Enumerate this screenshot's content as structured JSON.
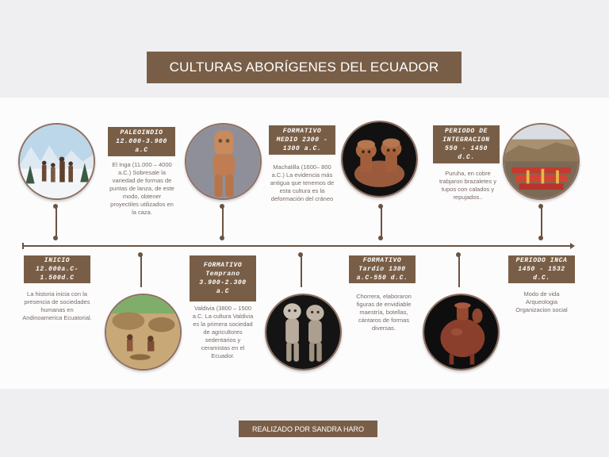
{
  "title": "CULTURAS ABORÍGENES DEL ECUADOR",
  "footer": "REALIZADO POR SANDRA HARO",
  "colors": {
    "brand_brown": "#795e47",
    "axis_brown": "#6b5342",
    "panel_bg": "#fcfcfd",
    "page_bg": "#efeff2",
    "text_muted": "#7a6a63"
  },
  "periods": [
    {
      "label_lines": [
        "INICIO",
        "12.000a.C-",
        "1.500d.C"
      ],
      "description": "La historia inicia con la presencia de sociedades humanas en Andinoamerica Ecuatorial.",
      "image_icon": "early-hunters-snow-illustration"
    },
    {
      "label_lines": [
        "PALEOINDIO",
        "12.000-3.900",
        "a.C"
      ],
      "description": "El Inga (11.000 – 4000 a.C.) Sobresale la variedad de formas de puntas de lanza, de este modo, obtener proyectiles utilizados en la caza.",
      "image_icon": "paleoindian-camp-illustration"
    },
    {
      "label_lines": [
        "FORMATIVO",
        "Temprano",
        "3.900-2.300",
        "a.C"
      ],
      "description": "Valdivia (3800 – 1500 a.C. La cultura Valdivia es la primera sociedad de agricultores sedentarios y ceramistas en el Ecuador.",
      "image_icon": "valdivia-figurine-photo"
    },
    {
      "label_lines": [
        "FORMATIVO",
        "MEDIO 2300 -",
        "1300 a.C."
      ],
      "description": "Machalilla (1600– 800 a.C.) La evidencia más antigua que tenemos de esta cultura es la deformación del cráneo",
      "image_icon": "machalilla-figurines-photo"
    },
    {
      "label_lines": [
        "FORMATIVO",
        "Tardío 1300",
        "a.C-550 d.C."
      ],
      "description": "Chorrera, elaboraron figuras de envidiable maestría, botellas, cántaros de formas diversas.",
      "image_icon": "chorrera-double-vessel-photo"
    },
    {
      "label_lines": [
        "PERIODO DE",
        "INTEGRACION",
        "550 - 1450",
        "d.C."
      ],
      "description": "Puruha, en cobre trabjaron brazaletes y tupos con calados y repujados..",
      "image_icon": "puruha-ceramic-vessel-photo"
    },
    {
      "label_lines": [
        "PERIODO INCA",
        "1450 - 1532",
        "d.C."
      ],
      "description": "Modo de vida Arqueologia Organizacion social",
      "image_icon": "inca-festival-photo"
    }
  ]
}
